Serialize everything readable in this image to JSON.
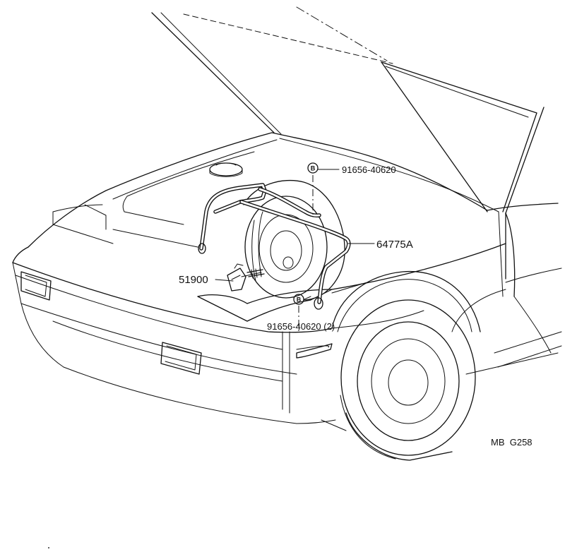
{
  "callouts": {
    "bolt_top": {
      "part_number": "91656-40620",
      "badge": "B"
    },
    "stay_rod": {
      "part_number": "64775A"
    },
    "holder": {
      "part_number": "51900"
    },
    "bolt_bottom": {
      "part_number": "91656-40620 (2)",
      "badge": "B"
    }
  },
  "figure_code": "MB  G258"
}
